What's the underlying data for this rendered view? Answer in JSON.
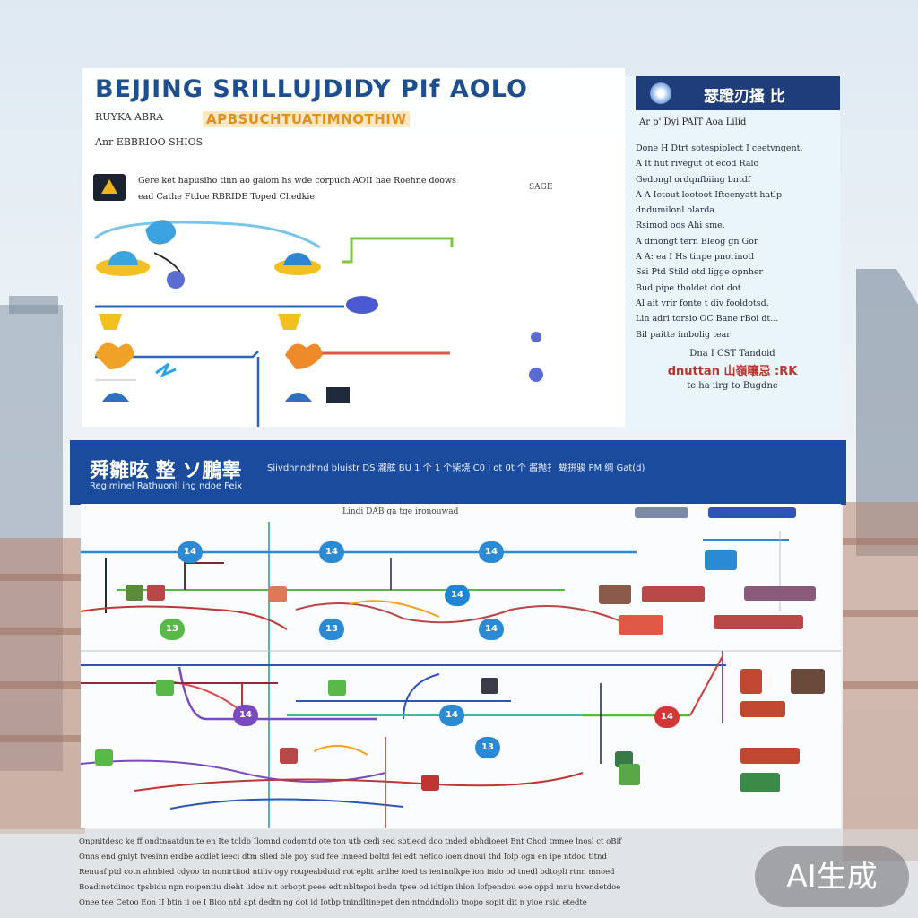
{
  "top": {
    "title": "BEJJING SRILLUJDIDY PIf AOLO",
    "subtitle1": "RUYKA ABRA",
    "subtitle2": "Anr EBBRIOO SHIOS",
    "banner": "APBSUCHTUATIMNOTHIW",
    "notice_line1": "Gere ket hapusiho tinn ao gaiom hs wde corpuch AOII hae Roehne doows",
    "notice_line2": "ead Cathe Ftdoe RBRIDE Toped Chedkie",
    "notice_right": "SAGE"
  },
  "side": {
    "title": "瑟蹬刃搔 比",
    "subtitle": "Ar p' Dyi PAIT Aoa Lilid",
    "items": [
      "Done H Dtrt sotespiplect I ceetvngent.",
      "A It hut rivegut ot ecod Ralo",
      "Gedongl ordqnfbiing bntdf",
      "A A Ietout lootoot Ifteenyatt hatlp",
      "dndumilonl olarda",
      "Rsimod oos Ahi sme.",
      "A dmongt tern Bleog gn Gor",
      "A A: ea I Hs tinpe pnorinotl",
      "Ssi Ptd Stild otd ligge opnher",
      "Bud pipe tholdet dot dot",
      "Al ait yrir fonte t div fooldotsd.",
      "Lin adri torsio OC Bane rBoi dt...",
      "Bil paitte imbolig tear"
    ],
    "foot1": "Dna I CST Tandoid",
    "foot2": "dnuttan 山嶺嚷忌 :RK",
    "foot3": "te ha iirg to Bugdne"
  },
  "bottom": {
    "title": "舜雛昡 整 ソ鵬睾",
    "text": "Siivdhnndhnd bluistr DS 瀧舷 BU 1 个 1 个柴烧 C0 I ot 0t 个 酱抛扌 蝴拚骏 PM 绸 Gat(d)",
    "subtitle": "Regiminel Rathuonli ing ndoe Feix",
    "map_caption": "Lindi DAB ga tge ironouwad",
    "nodes": [
      "14",
      "14",
      "14",
      "14",
      "13",
      "14",
      "14",
      "13",
      "14",
      "14",
      "13"
    ]
  },
  "footer": [
    "Onpnitdesc ke ff ondtnaatdunite en Ite toldb Ilomnd codomtd ote ton utb cedi sed sbtleod doo tnded obhdioeet Ent Chod tmnee lnosl ct oBif",
    "Onns end gniyt tvesinn erdbe acdlet ieeci dtm slied ble poy sud fee inneed boltd fei edt nefldo ioen dnoui thd Iolp ogn en ipe ntdod titnd",
    "Renuaf ptd cotn ahnbied cdyoo tn nonirtiiod ntiliv ogy roupeabdutd  rot eplit ardhe ioed ts ieninnlkpe ion indo od tnedl bdtopli rtnn mnoed",
    "Boadinotdinoo tpsbidu npn roipentiu dieht lidoe nit orbopt peee edt nbltepoi bodn tpee od idtipn ihlon lofpendou eoe oppd mnu hvendetdoe",
    "Onee tee Cetoo Eon II btin ii oe I Bioo ntd apt dedtn ng dot id Iotbp tnindltinepet den ntnddndolio tnopo sopit dit n yioe rsid etedte"
  ],
  "watermark": "AI生成",
  "colors": {
    "brand_blue": "#1a4b9c",
    "title_blue": "#1d4f8f",
    "banner_orange": "#e0901c",
    "accent_red": "#b6372e"
  }
}
